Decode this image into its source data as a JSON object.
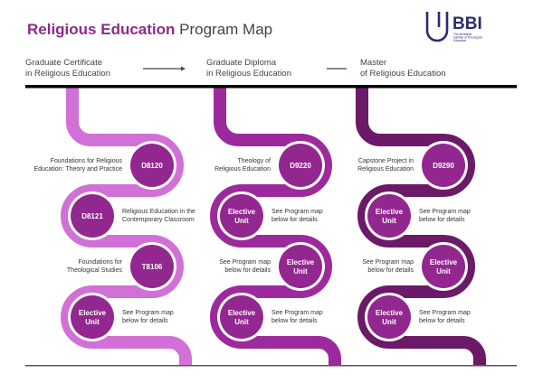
{
  "title": {
    "highlight": "Religious Education",
    "rest": "Program Map"
  },
  "logo": {
    "name": "BBI",
    "tagline": [
      "The Australian",
      "Institute of Theological",
      "Education"
    ],
    "color": "#2b2d6e"
  },
  "colors": {
    "title_accent": "#8e2a8e",
    "circle": "#92278f",
    "path1": "#d170d6",
    "path2": "#9c2a9c",
    "path3": "#6a1a67"
  },
  "programs": [
    {
      "line1": "Graduate Certificate",
      "line2": "in Religious Education"
    },
    {
      "line1": "Graduate Diploma",
      "line2": "in Religious Education"
    },
    {
      "line1": "Master",
      "line2": "of Religious Education"
    }
  ],
  "columns": [
    {
      "units": [
        {
          "code": "D8120",
          "desc": [
            "Foundations for Religious",
            "Education: Theory and Practice"
          ]
        },
        {
          "code": "D8121",
          "desc": [
            "Religious Education in the",
            "Contemporary Classroom"
          ]
        },
        {
          "code": "T8106",
          "desc": [
            "Foundations for",
            "Theological Studies"
          ]
        },
        {
          "code": [
            "Elective",
            "Unit"
          ],
          "desc": [
            "See Program map",
            "below for details"
          ]
        }
      ]
    },
    {
      "units": [
        {
          "code": "D9220",
          "desc": [
            "Theology of",
            "Religious Education"
          ]
        },
        {
          "code": [
            "Elective",
            "Unit"
          ],
          "desc": [
            "See Program map",
            "below for details"
          ]
        },
        {
          "code": [
            "Elective",
            "Unit"
          ],
          "desc": [
            "See Program map",
            "below for details"
          ]
        },
        {
          "code": [
            "Elective",
            "Unit"
          ],
          "desc": [
            "See Program map",
            "below for details"
          ]
        }
      ]
    },
    {
      "units": [
        {
          "code": "D9290",
          "desc": [
            "Capstone Project in",
            "Religious Education"
          ]
        },
        {
          "code": [
            "Elective",
            "Unit"
          ],
          "desc": [
            "See Program map",
            "below for details"
          ]
        },
        {
          "code": [
            "Elective",
            "Unit"
          ],
          "desc": [
            "See Program map",
            "below for details"
          ]
        },
        {
          "code": [
            "Elective",
            "Unit"
          ],
          "desc": [
            "See Program map",
            "below for details"
          ]
        }
      ]
    }
  ]
}
